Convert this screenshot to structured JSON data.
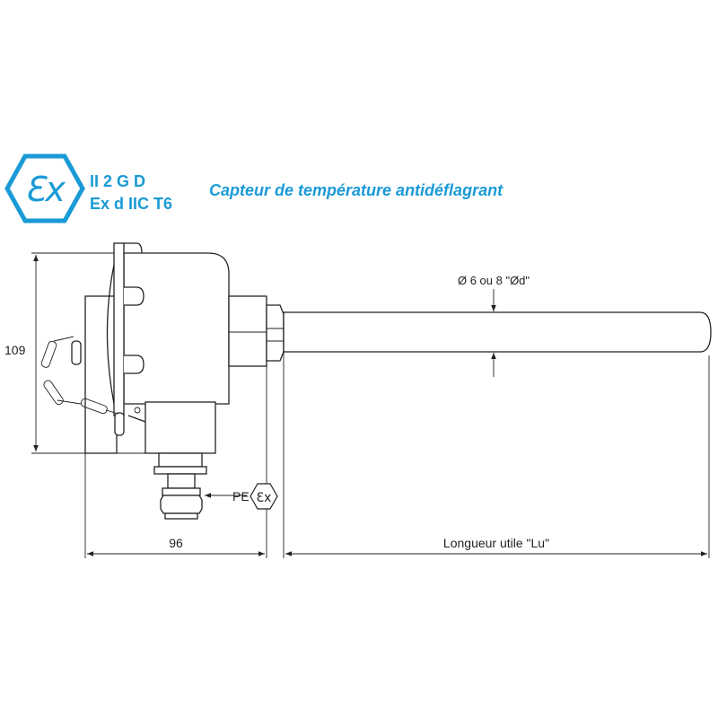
{
  "colors": {
    "brand": "#1a9ad6",
    "line": "#222222"
  },
  "ex_badge": {
    "logo_text": "Ex",
    "line1": "II 2 G D",
    "line2": "Ex d IIC T6"
  },
  "title": "Capteur de température antidéflagrant",
  "dimensions": {
    "height": "109",
    "head_length": "96",
    "useful_length": "Longueur utile \"Lu\"",
    "diameter": "Ø 6 ou 8 \"Ød\""
  },
  "gland": {
    "label": "PE",
    "logo_text": "Ex"
  }
}
